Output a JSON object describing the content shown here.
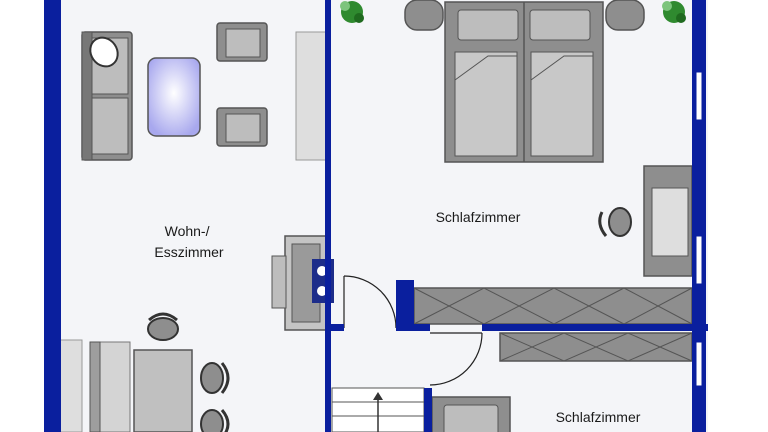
{
  "floorplan": {
    "rooms": [
      {
        "id": "living",
        "label_lines": [
          "Wohn-/",
          "Esszimmer"
        ]
      },
      {
        "id": "bedroom-1",
        "label_lines": [
          "Schlafzimmer"
        ]
      },
      {
        "id": "bedroom-2",
        "label_lines": [
          "Schlafzimmer"
        ]
      }
    ],
    "colors": {
      "wall": "#0a1f9e",
      "floor": "#f4f5f8",
      "furniture_fill": "#a6a6a6",
      "furniture_dark": "#555555",
      "furniture_light": "#dedede",
      "table_glass": "#b8b8f0",
      "plant": "#2f8a2f"
    }
  }
}
